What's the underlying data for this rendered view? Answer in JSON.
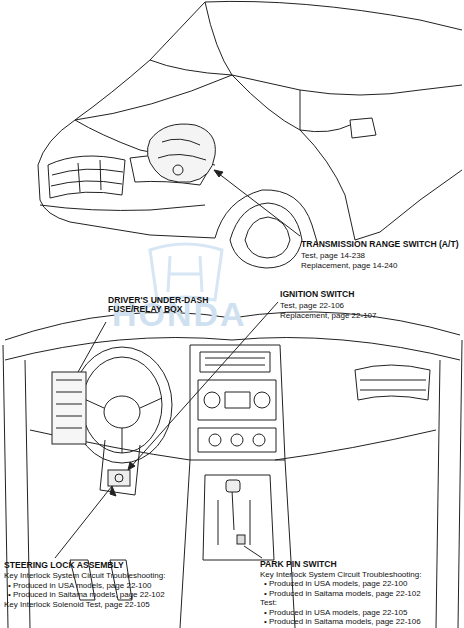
{
  "diagram": {
    "labels": [
      "HONDA",
      "TRANSMISSION RANGE SWITCH (A/T)",
      "Test, page 14-238",
      "Replacement, page 14-240",
      "DRIVER'S UNDER-DASH FUSE/RELAY BOX",
      "IGNITION SWITCH",
      "Test, page 22-106",
      "Replacement, page 22-107",
      "STEERING LOCK ASSEMBLY",
      "Key Interlock System Circuit Troubleshooting:",
      "• Produced in USA models, page 22-100",
      "• Produced in Saitama models, page 22-102",
      "Key Interlock Solenoid Test, page 22-105",
      "PARK PIN SWITCH",
      "Key Interlock System Circuit Troubleshooting:",
      "• Produced in USA models, page 22-100",
      "• Produced in Saitama models, page 22-102",
      "Test:",
      "• Produced in USA models, page 22-105",
      "• Produced in Saitama models, page 22-106"
    ]
  }
}
